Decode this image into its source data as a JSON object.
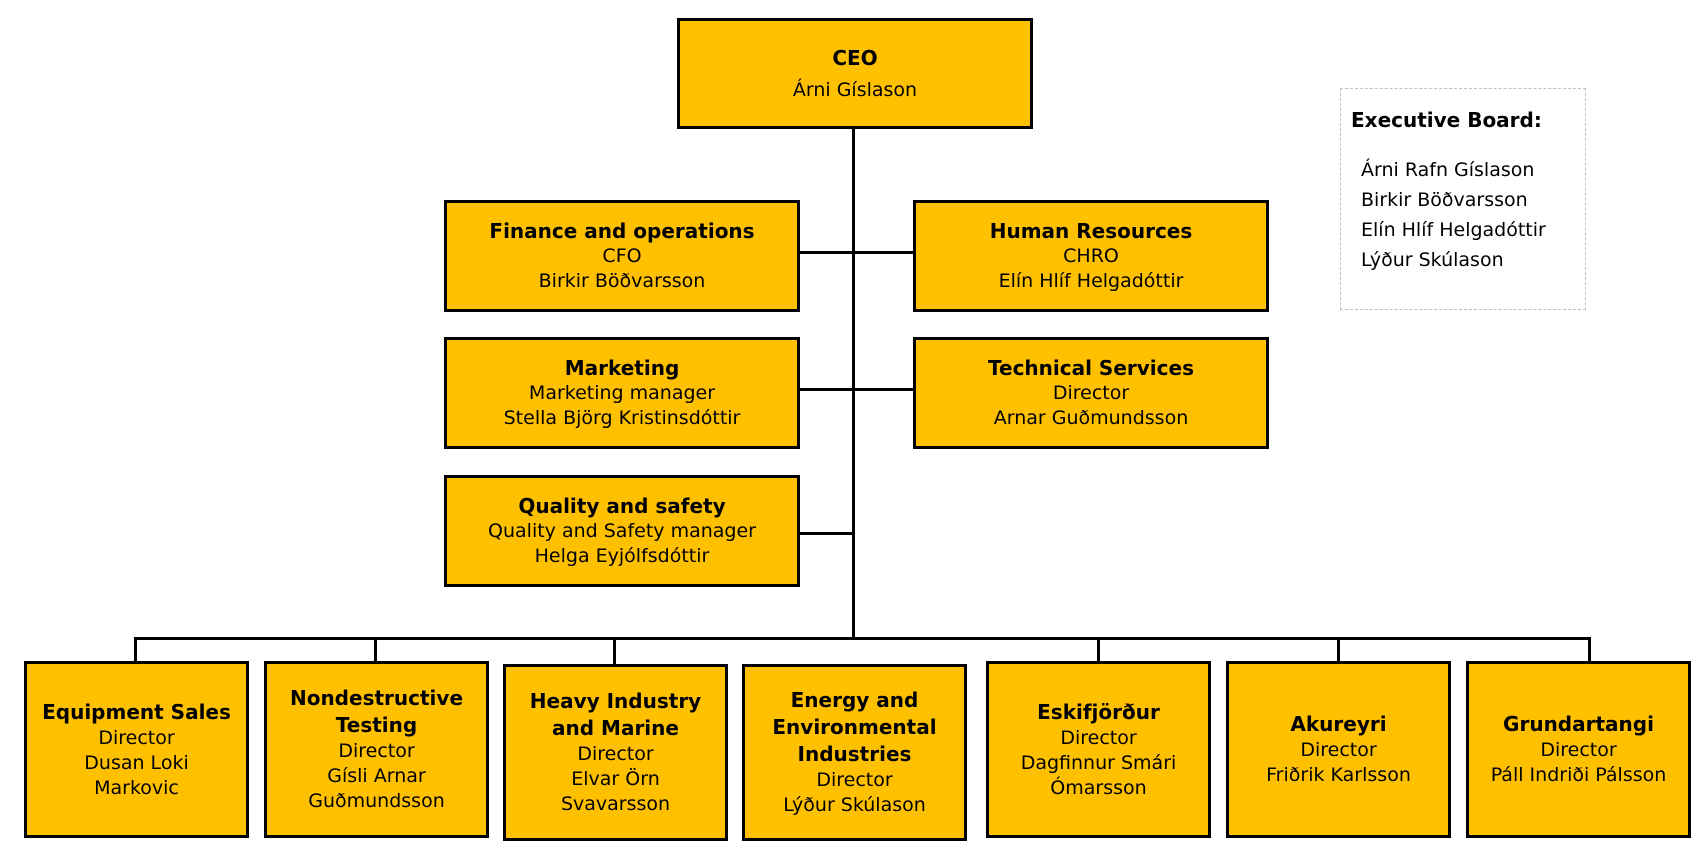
{
  "colors": {
    "box_fill": "#FFC000",
    "box_border": "#000000",
    "line": "#000000"
  },
  "ceo": {
    "title": "CEO",
    "name": "Árni Gíslason"
  },
  "finance": {
    "title": "Finance and operations",
    "role": "CFO",
    "name": "Birkir Böðvarsson"
  },
  "hr": {
    "title": "Human Resources",
    "role": "CHRO",
    "name": "Elín Hlíf Helgadóttir"
  },
  "marketing": {
    "title": "Marketing",
    "role": "Marketing manager",
    "name": "Stella Björg Kristinsdóttir"
  },
  "technical": {
    "title": "Technical Services",
    "role": "Director",
    "name": "Arnar Guðmundsson"
  },
  "quality": {
    "title": "Quality and safety",
    "role": "Quality and Safety manager",
    "name": "Helga Eyjólfsdóttir"
  },
  "equipment": {
    "title": "Equipment Sales",
    "role": "Director",
    "name1": "Dusan Loki",
    "name2": "Markovic"
  },
  "ndt": {
    "title1": "Nondestructive",
    "title2": "Testing",
    "role": "Director",
    "name1": "Gísli Arnar",
    "name2": "Guðmundsson"
  },
  "heavy": {
    "title1": "Heavy Industry",
    "title2": "and Marine",
    "role": "Director",
    "name1": "Elvar Örn",
    "name2": "Svavarsson"
  },
  "energy": {
    "title1": "Energy and",
    "title2": "Environmental",
    "title3": "Industries",
    "role": "Director",
    "name": "Lýður Skúlason"
  },
  "eskifjordur": {
    "title": "Eskifjörður",
    "role": "Director",
    "name1": "Dagfinnur Smári",
    "name2": "Ómarsson"
  },
  "akureyri": {
    "title": "Akureyri",
    "role": "Director",
    "name": "Friðrik Karlsson"
  },
  "grundartangi": {
    "title": "Grundartangi",
    "role": "Director",
    "name": "Páll Indriði Pálsson"
  },
  "board": {
    "title": "Executive Board:",
    "members": [
      "Árni Rafn Gíslason",
      "Birkir Böðvarsson",
      "Elín Hlíf Helgadóttir",
      "Lýður Skúlason"
    ]
  }
}
